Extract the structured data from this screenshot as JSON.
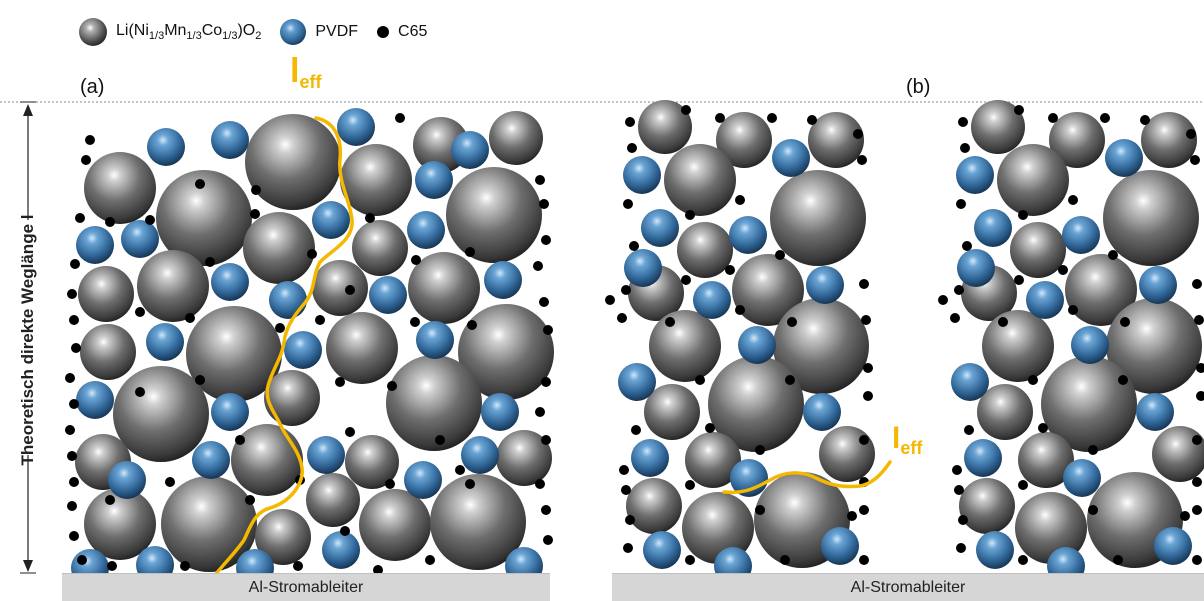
{
  "legend": {
    "nmc_base": "Li(Ni",
    "nmc_sub1": "1/3",
    "nmc_mn": "Mn",
    "nmc_sub2": "1/3",
    "nmc_co": "Co",
    "nmc_sub3": "1/3",
    "nmc_tail": ")O",
    "nmc_sub4": "2",
    "pvdf": "PVDF",
    "c65": "C65"
  },
  "panels": {
    "a_label": "(a)",
    "b_label": "(b)"
  },
  "path_label": {
    "main": "l",
    "sub": "eff"
  },
  "axis": {
    "vertical": "Theoretisch direkte Weglänge l"
  },
  "collector": {
    "label": "Al-Stromableiter"
  },
  "colors": {
    "path": "#f5b800",
    "collector": "#d6d6d6",
    "active_material": "#6b6b6b",
    "binder": "#3c78b0",
    "carbon": "#000000"
  }
}
